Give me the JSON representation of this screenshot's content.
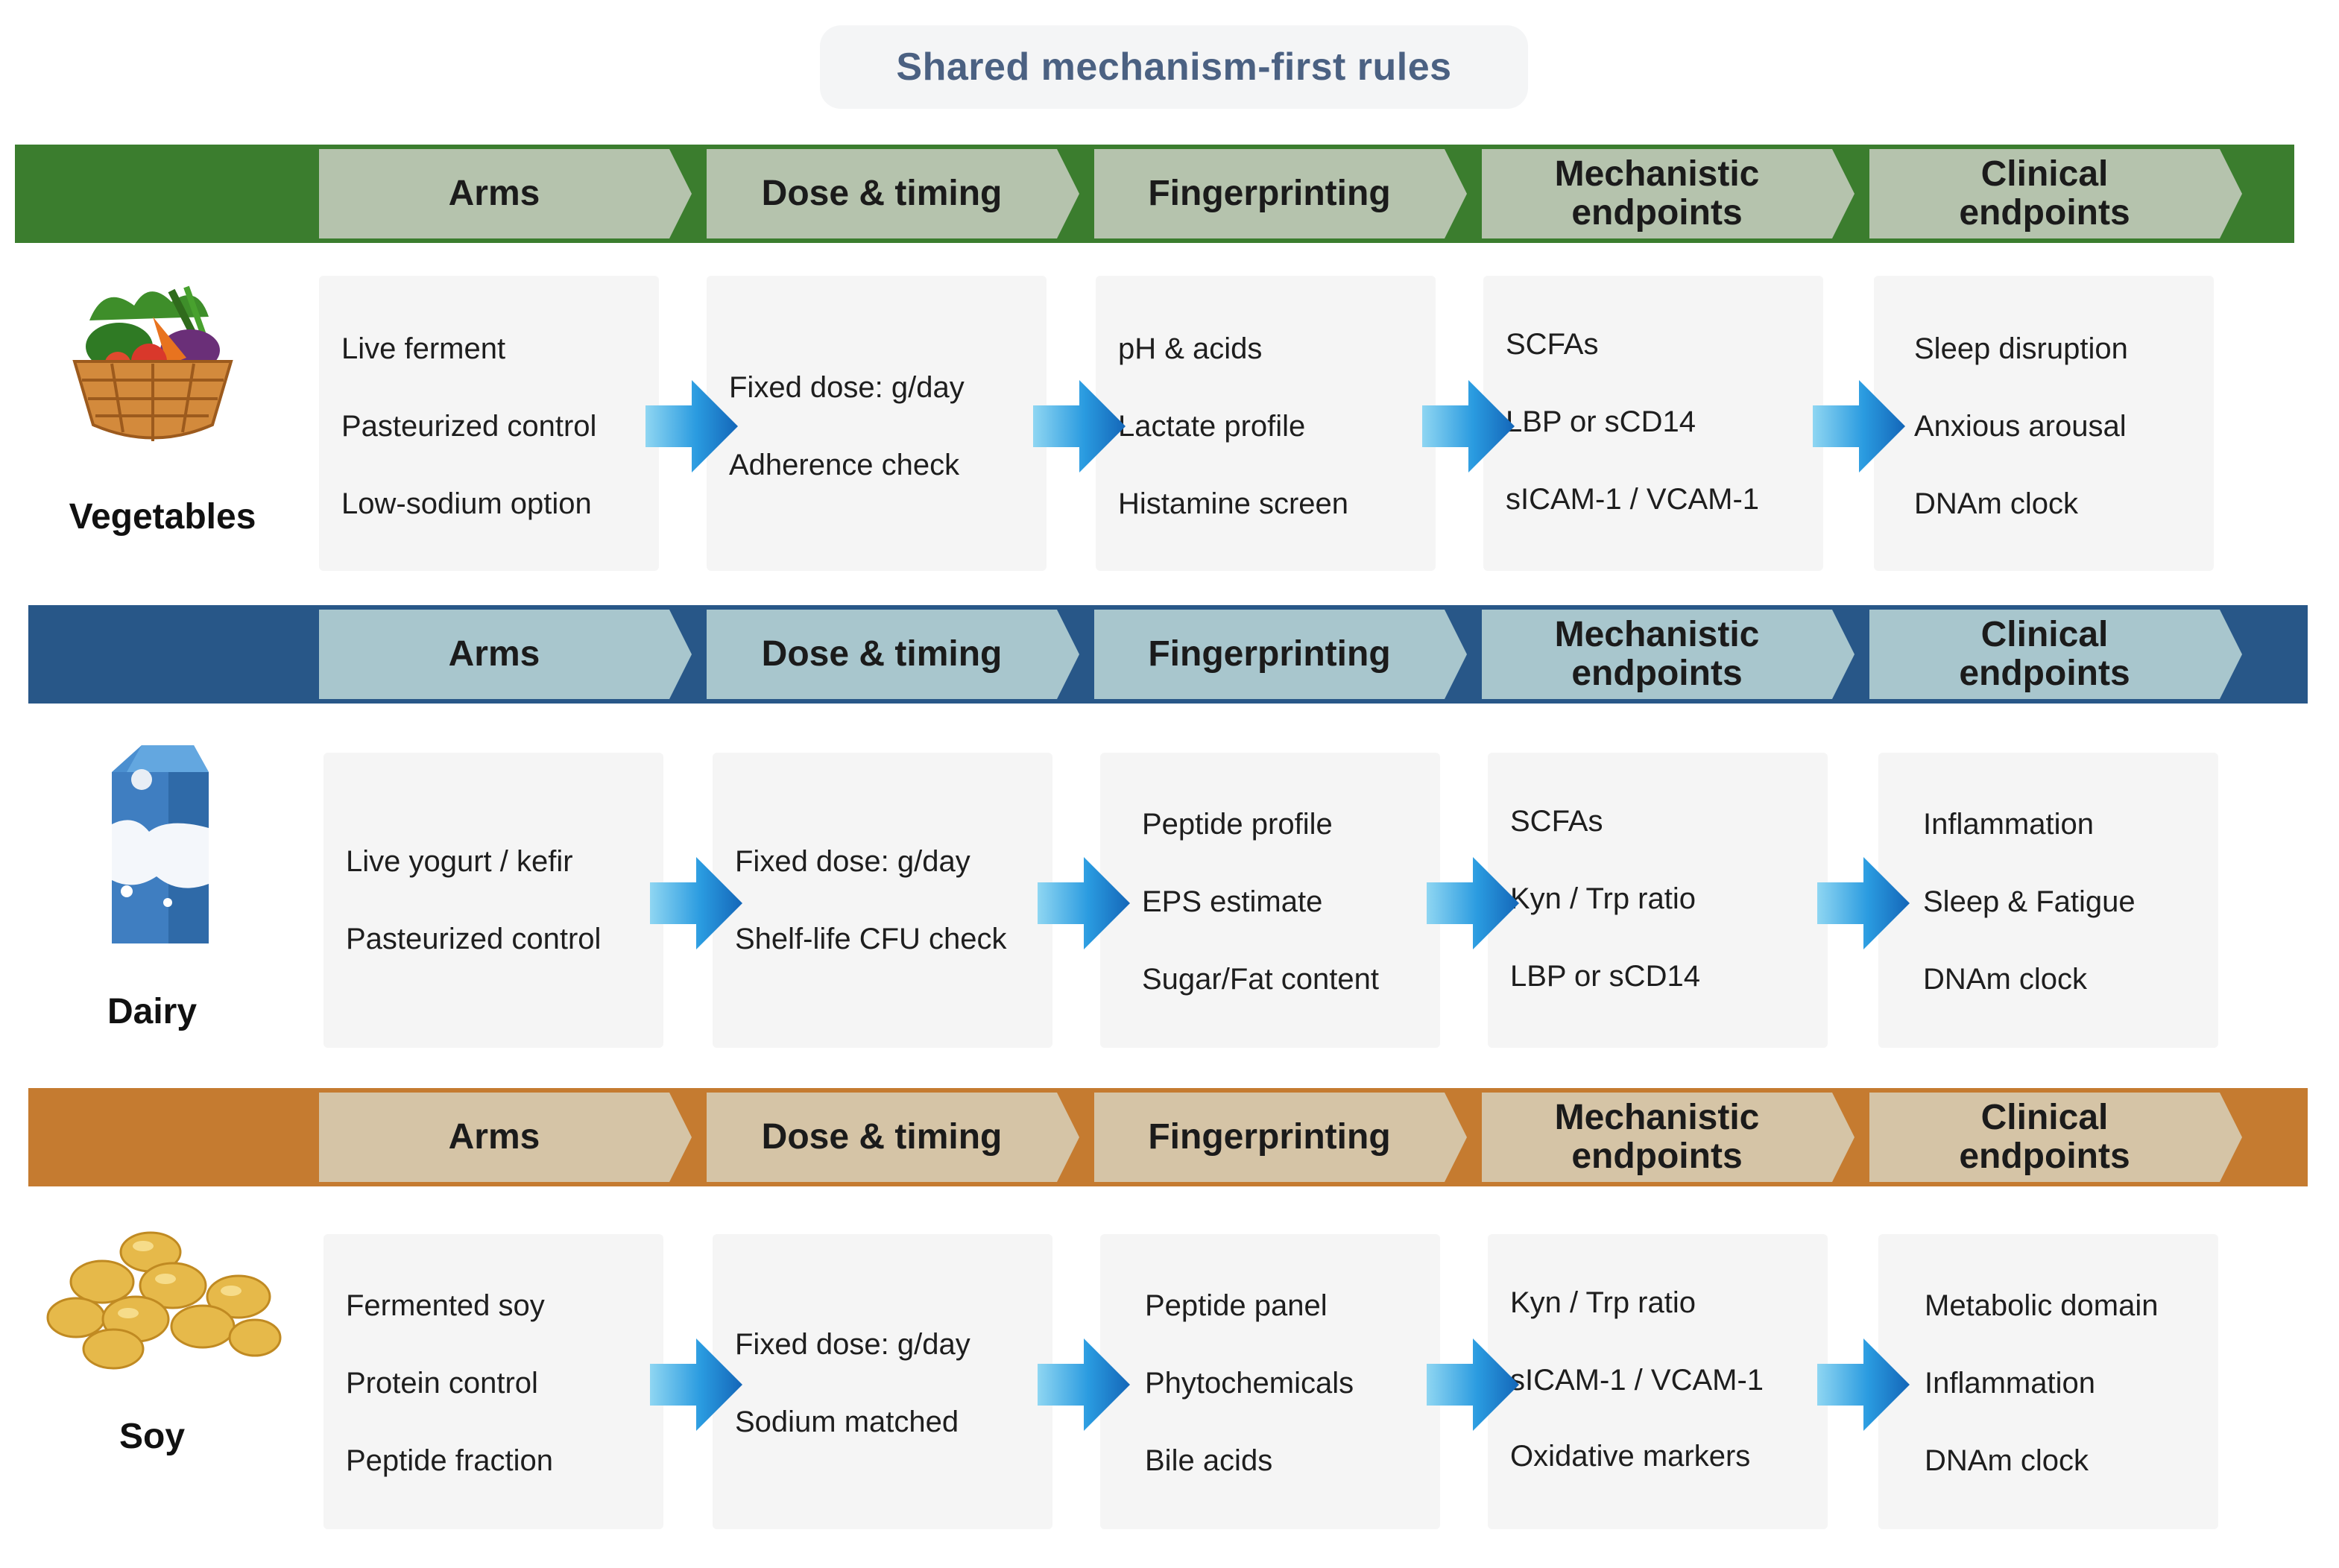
{
  "title": "Shared mechanism-first rules",
  "stage_labels": [
    "Arms",
    "Dose & timing",
    "Fingerprinting",
    "Mechanistic\nendpoints",
    "Clinical\nendpoints"
  ],
  "colors": {
    "vegetables_band": "#3b7d2e",
    "vegetables_chevron": "#b5c3ad",
    "dairy_band": "#285788",
    "dairy_chevron": "#a8c6cd",
    "soy_band": "#c57b30",
    "soy_chevron": "#d5c4a6",
    "arrow": "#1c86d6",
    "title_text": "#4b6182"
  },
  "rows": [
    {
      "food": "Vegetables",
      "icon": "vegetable-basket-icon",
      "stages": [
        [
          "Live ferment",
          "Pasteurized control",
          "Low-sodium option"
        ],
        [
          "Fixed dose: g/day",
          "Adherence check"
        ],
        [
          "pH & acids",
          "Lactate profile",
          "Histamine screen"
        ],
        [
          "SCFAs",
          "LBP or sCD14",
          "sICAM-1 / VCAM-1"
        ],
        [
          "Sleep disruption",
          "Anxious arousal",
          "DNAm clock"
        ]
      ]
    },
    {
      "food": "Dairy",
      "icon": "milk-carton-icon",
      "stages": [
        [
          "Live yogurt / kefir",
          "Pasteurized control"
        ],
        [
          "Fixed dose: g/day",
          "Shelf-life CFU check"
        ],
        [
          "Peptide profile",
          "EPS estimate",
          "Sugar/Fat content"
        ],
        [
          "SCFAs",
          "Kyn / Trp ratio",
          "LBP or sCD14"
        ],
        [
          "Inflammation",
          "Sleep & Fatigue",
          "DNAm clock"
        ]
      ]
    },
    {
      "food": "Soy",
      "icon": "soybeans-icon",
      "stages": [
        [
          "Fermented soy",
          "Protein control",
          "Peptide fraction"
        ],
        [
          "Fixed dose: g/day",
          "Sodium matched"
        ],
        [
          "Peptide panel",
          "Phytochemicals",
          "Bile acids"
        ],
        [
          "Kyn / Trp ratio",
          "sICAM-1 / VCAM-1",
          "Oxidative markers"
        ],
        [
          "Metabolic domain",
          "Inflammation",
          "DNAm clock"
        ]
      ]
    }
  ]
}
